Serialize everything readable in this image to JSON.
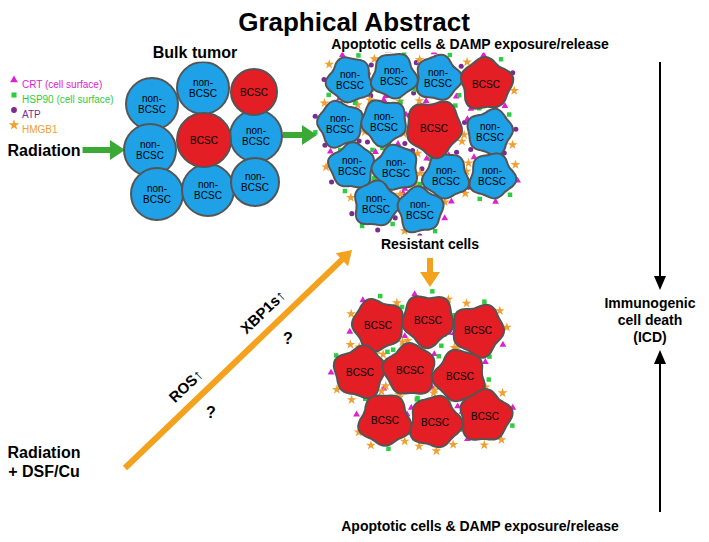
{
  "diagram": {
    "title": "Graphical Abstract",
    "nodes": [
      {
        "text": [
          "non-BCSC"
        ]
      },
      {
        "text": [
          "non-BCSC"
        ]
      },
      {
        "text": [
          "BCSC"
        ]
      },
      {
        "text": [
          "non-BCSC"
        ]
      },
      {
        "text": [
          "BCSC"
        ]
      },
      {
        "text": [
          "non-BCSC"
        ]
      },
      {
        "text": [
          "non-BCSC"
        ]
      },
      {
        "text": [
          "non-BCSC"
        ]
      },
      {
        "text": [
          "non-BCSC"
        ]
      },
      {
        "text": [
          "non-BCSC"
        ]
      },
      {
        "text": [
          "non-BCSC"
        ]
      },
      {
        "text": [
          "non-BCSC"
        ]
      },
      {
        "text": [
          "BCSC"
        ]
      },
      {
        "text": [
          "non-BCSC"
        ]
      },
      {
        "text": [
          "non-BCSC"
        ]
      },
      {
        "text": [
          "BCSC"
        ]
      },
      {
        "text": [
          "non-BCSC"
        ]
      },
      {
        "text": [
          "non-BCSC"
        ]
      },
      {
        "text": [
          "non-BCSC"
        ]
      },
      {
        "text": [
          "non-BCSC"
        ]
      },
      {
        "text": [
          "non-BCSC"
        ]
      },
      {
        "text": [
          "non-BCSC"
        ]
      },
      {
        "text": [
          "non-BCSC"
        ]
      },
      {
        "text": [
          "BCSC"
        ]
      },
      {
        "text": [
          "BCSC"
        ]
      },
      {
        "text": [
          "BCSC"
        ]
      },
      {
        "text": [
          "BCSC"
        ]
      },
      {
        "text": [
          "BCSC"
        ]
      },
      {
        "text": [
          "BCSC"
        ]
      },
      {
        "text": [
          "BCSC"
        ]
      },
      {
        "text": [
          "BCSC"
        ]
      },
      {
        "text": [
          "BCSC"
        ]
      }
    ],
    "labels": [
      "Bulk tumor",
      "Apoptotic cells & DAMP exposure/release",
      "Radiation",
      "Resistant cells",
      "Immunogenic cell death (ICD)",
      "ROS↑",
      "XBP1s↑",
      "?",
      "?",
      "Radiation + DSF/Cu",
      "Apoptotic cells & DAMP exposure/release"
    ],
    "legend": [
      {
        "text": "CRT (cell surface)"
      },
      {
        "text": "HSP90 (cell surface)"
      },
      {
        "text": "ATP"
      },
      {
        "text": "HMGB1"
      }
    ]
  }
}
